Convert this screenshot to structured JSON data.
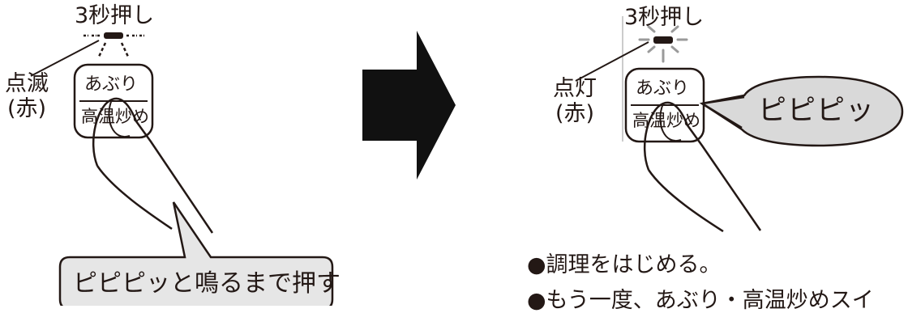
{
  "step1": {
    "hold_label": "3秒押し",
    "lamp_label_line1": "点滅",
    "lamp_label_line2": "(赤)",
    "button_top": "あぶり",
    "button_bottom": "高温炒め",
    "callout": "ピピピッと鳴るまで押す"
  },
  "step2": {
    "hold_label": "3秒押し",
    "lamp_label_line1": "点灯",
    "lamp_label_line2": "(赤)",
    "button_top": "あぶり",
    "button_bottom": "高温炒め",
    "sound_bubble": "ピピピッ",
    "notes": [
      "●調理をはじめる。",
      "●もう一度、あぶり・高温炒めスイ"
    ]
  },
  "colors": {
    "ink": "#231815",
    "bubble_fill": "#d9d9d9",
    "callout_fill": "#e6e6e6",
    "ray_gray": "#9a9a9a",
    "arrow": "#111111"
  }
}
